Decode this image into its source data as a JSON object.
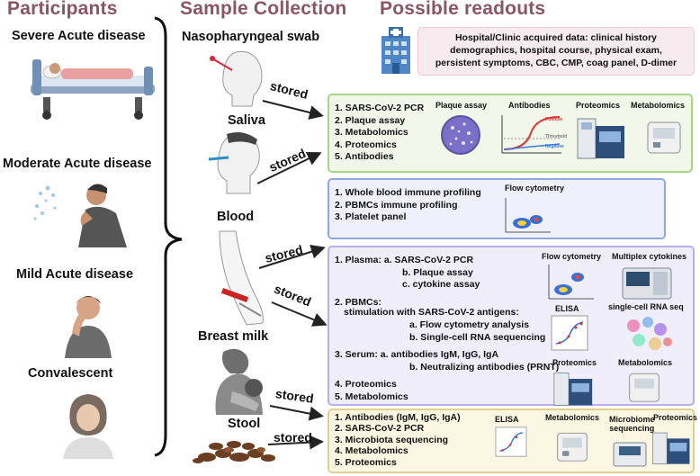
{
  "headers": {
    "participants": "Participants",
    "sample_collection": "Sample Collection",
    "possible_readouts": "Possible readouts"
  },
  "participants": [
    "Severe Acute disease",
    "Moderate Acute disease",
    "Mild Acute disease",
    "Convalescent"
  ],
  "samples": [
    "Nasopharyngeal swab",
    "Saliva",
    "Blood",
    "Breast milk",
    "Stool"
  ],
  "stored_label": "stored",
  "clinic": {
    "lines": [
      "Hospital/Clinic acquired data: clinical history",
      "demographics, hospital course, physical exam,",
      "persistent symptoms, CBC, CMP, coag panel, D-dimer"
    ]
  },
  "readouts": {
    "swab_saliva": {
      "items": [
        "1. SARS-CoV-2 PCR",
        "2. Plaque assay",
        "3. Metabolomics",
        "4. Proteomics",
        "5. Antibodies"
      ],
      "figures": [
        "Plaque assay",
        "Antibodies",
        "Proteomics",
        "Metabolomics"
      ],
      "antibody_curve_labels": [
        "Positive",
        "Threshold",
        "Negative"
      ]
    },
    "blood": {
      "items": [
        "1. Whole blood immune profiling",
        "2. PBMCs immune profiling",
        "3. Platelet panel"
      ],
      "figures": [
        "Flow cytometry"
      ]
    },
    "breast_milk": {
      "items": [
        "1. Plasma:  a. SARS-CoV-2 PCR",
        "b. Plaque assay",
        "c. cytokine assay",
        "2. PBMCs:",
        "stimulation with SARS-CoV-2 antigens:",
        "a. Flow cytometry analysis",
        "b. Single-cell RNA sequencing",
        "3. Serum:  a. antibodies IgM, IgG, IgA",
        "b. Neutralizing antibodies (PRNT)",
        "4. Proteomics",
        "5. Metabolomics"
      ],
      "figures": [
        "Flow cytometry",
        "Multiplex cytokines",
        "ELISA",
        "single-cell RNA seq",
        "Proteomics",
        "Metabolomics"
      ]
    },
    "stool": {
      "items": [
        "1. Antibodies (IgM, IgG, IgA)",
        "2. SARS-CoV-2 PCR",
        "3. Microbiota sequencing",
        "4. Metabolomics",
        "5. Proteomics"
      ],
      "figures": [
        "ELISA",
        "Metabolomics",
        "Microbiome",
        "sequencing",
        "Proteomics"
      ]
    }
  }
}
